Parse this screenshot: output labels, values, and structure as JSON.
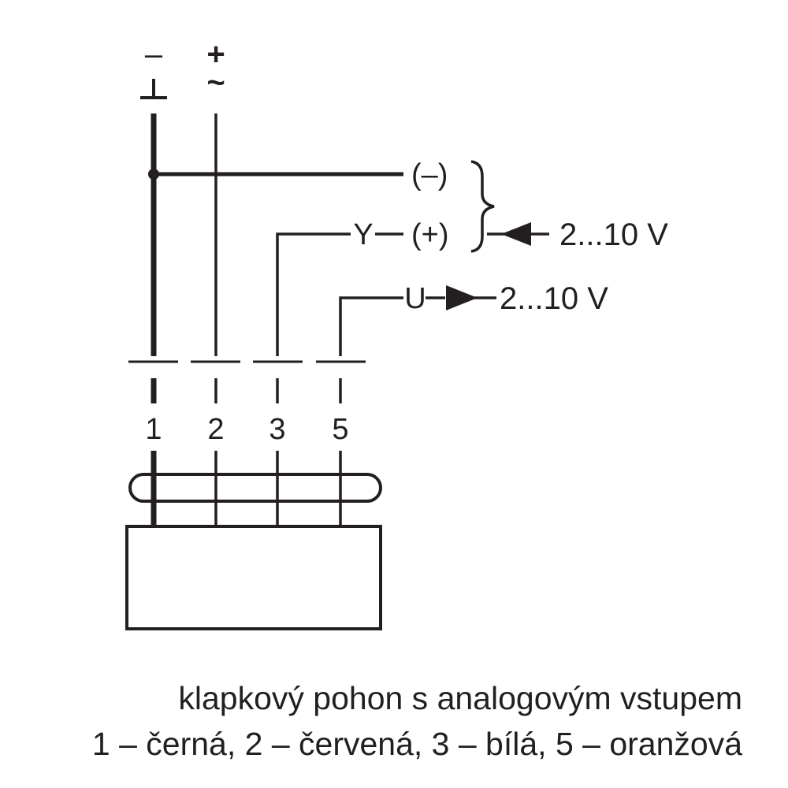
{
  "supply": {
    "minus_symbol": "–",
    "plus_symbol": "+",
    "ground_symbol": "⊥",
    "ac_symbol": "~"
  },
  "signals": {
    "neg_label": "(–)",
    "y_label": "Y",
    "pos_label": "(+)",
    "u_label": "U",
    "input_voltage": "2...10 V",
    "output_voltage": "2...10 V"
  },
  "terminals": [
    "1",
    "2",
    "3",
    "5"
  ],
  "caption": {
    "line1": "klapkový pohon s analogovým vstupem",
    "line2": "1 – černá, 2 – červená, 3 – bílá, 5 – oranžová"
  },
  "colors": {
    "line": "#231f20",
    "background": "#ffffff"
  }
}
